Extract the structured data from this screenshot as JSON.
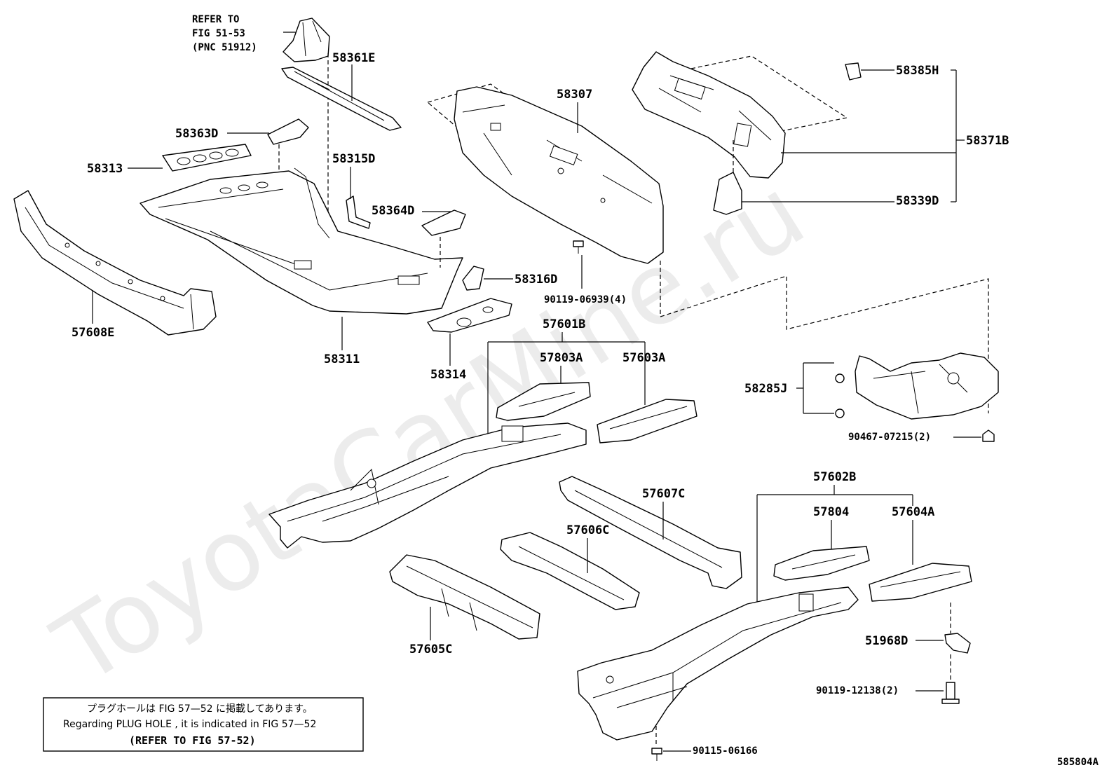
{
  "watermark": "ToyotaCarMine.ru",
  "diagram_id": "585804A",
  "refer_note": {
    "line1": "REFER TO",
    "line2": "FIG 51-53",
    "line3": "(PNC 51912)"
  },
  "plug_note": {
    "jp": "プラグホールは FIG 57—52 に掲載してあります。",
    "en": "Regarding PLUG HOLE , it is indicated in FIG 57—52",
    "ref": "(REFER TO FIG 57-52)"
  },
  "labels": {
    "p58361E": "58361E",
    "p58363D": "58363D",
    "p58313": "58313",
    "p58315D": "58315D",
    "p58364D": "58364D",
    "p58316D": "58316D",
    "p57608E": "57608E",
    "p58311": "58311",
    "p58314": "58314",
    "p58307": "58307",
    "p90119_06939": "90119-06939(4)",
    "p58385H": "58385H",
    "p58371B": "58371B",
    "p58339D": "58339D",
    "p57601B": "57601B",
    "p57803A": "57803A",
    "p57603A": "57603A",
    "p58285J": "58285J",
    "p90467_07215": "90467-07215(2)",
    "p57607C": "57607C",
    "p57606C": "57606C",
    "p57605C": "57605C",
    "p57602B": "57602B",
    "p57804": "57804",
    "p57604A": "57604A",
    "p51968D": "51968D",
    "p90119_12138": "90119-12138(2)",
    "p90115_06166": "90115-06166"
  }
}
